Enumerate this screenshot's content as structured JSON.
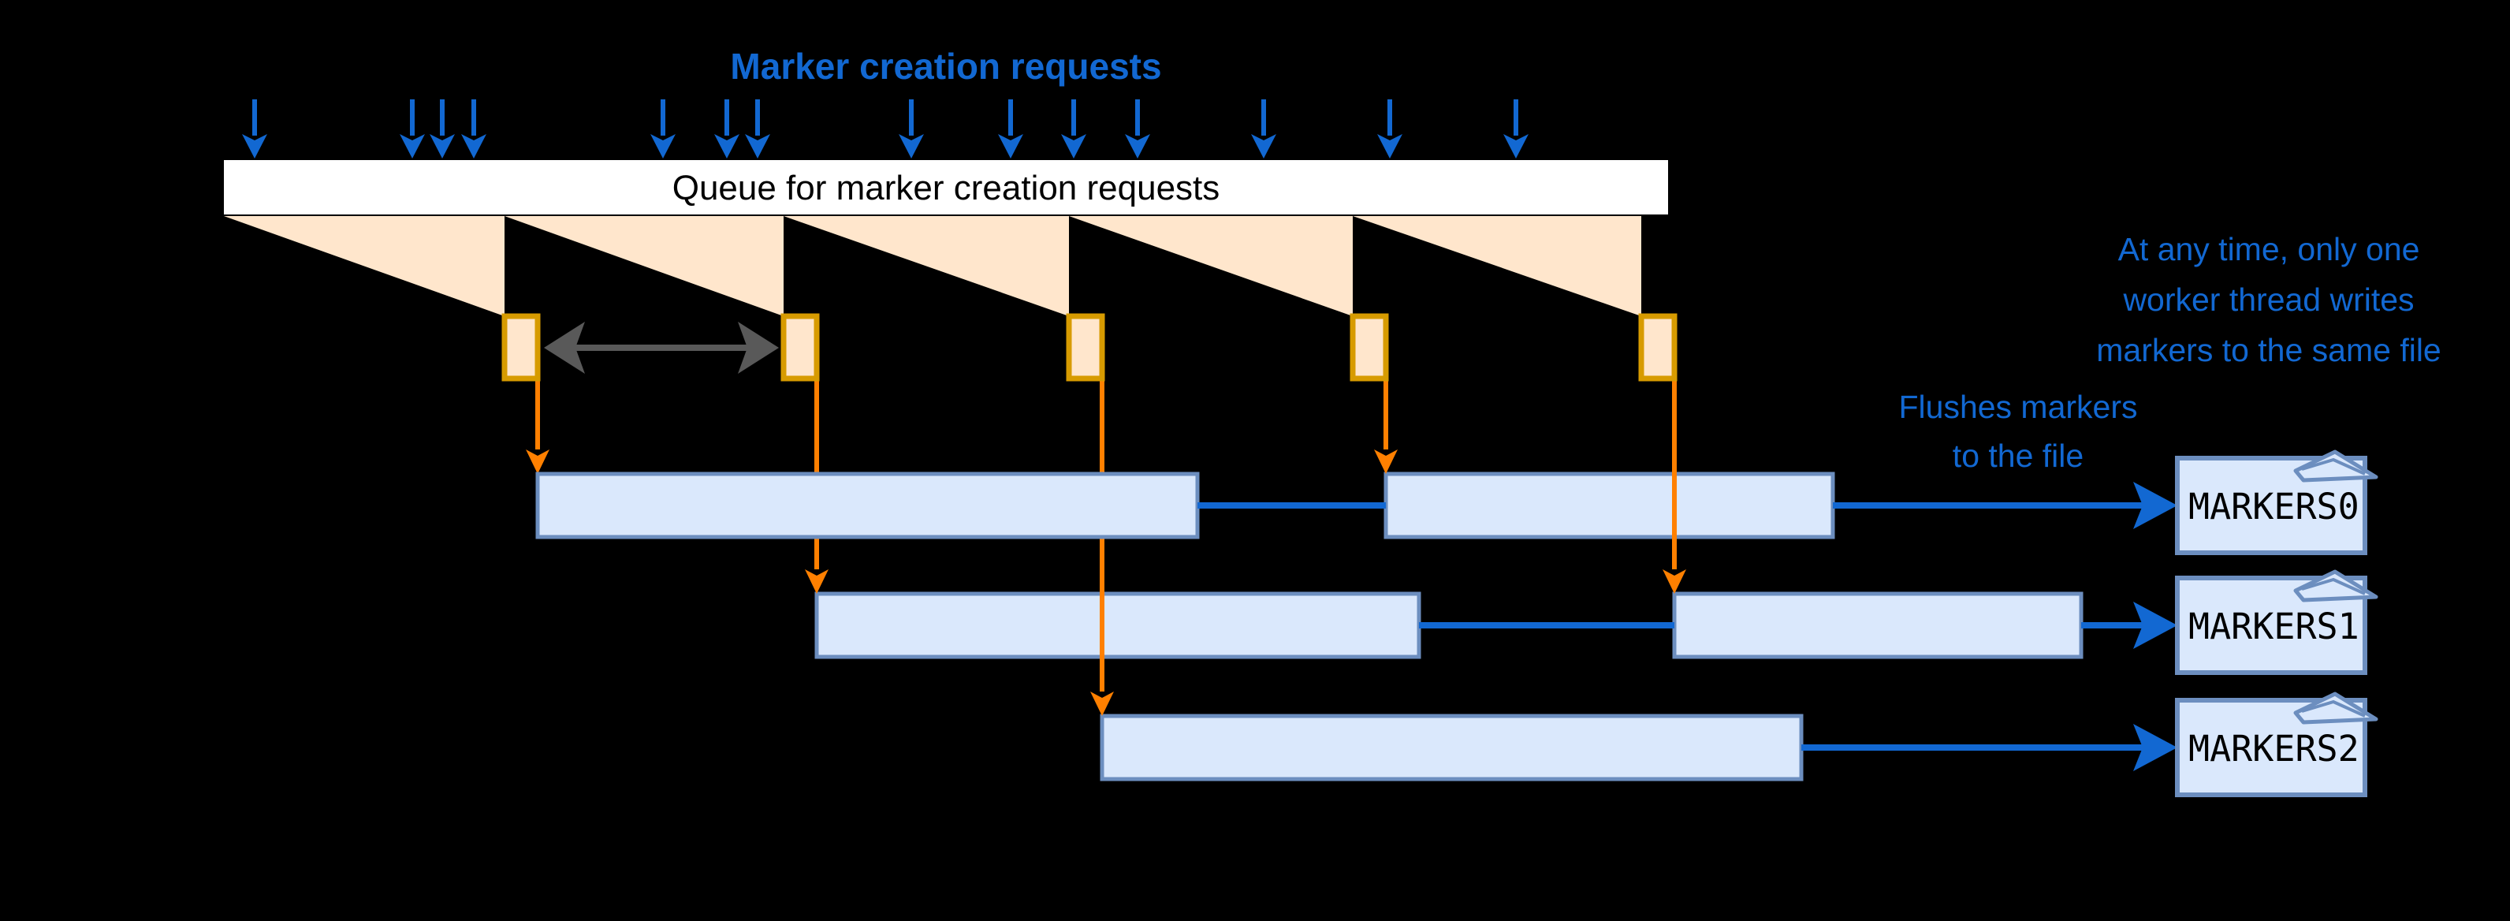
{
  "diagram": {
    "title": "Marker creation requests",
    "queue_label": "Queue for marker creation requests",
    "right_note": {
      "line1": "At any time, only one",
      "line2": "worker thread writes",
      "line3": "markers to the same file"
    },
    "flush_note": {
      "line1": "Flushes markers",
      "line2": "to the file"
    },
    "files": [
      {
        "label": "MARKERS0"
      },
      {
        "label": "MARKERS1"
      },
      {
        "label": "MARKERS2"
      }
    ],
    "counts": {
      "incoming_request_arrows": "14",
      "dequeue_slots": "5",
      "worker_bars": "5",
      "worker_rows": "3"
    },
    "colors": {
      "background": "#000000",
      "blue_accent": "#1268D2",
      "queue_fill": "#FFFFFF",
      "funnel_fill": "#FFE6CC",
      "slot_border": "#D79B00",
      "dispatch_orange": "#FF8000",
      "worker_fill": "#DAE8FC",
      "worker_border": "#6C8EBF",
      "span_arrow_gray": "#595959",
      "text_black": "#000000"
    }
  }
}
